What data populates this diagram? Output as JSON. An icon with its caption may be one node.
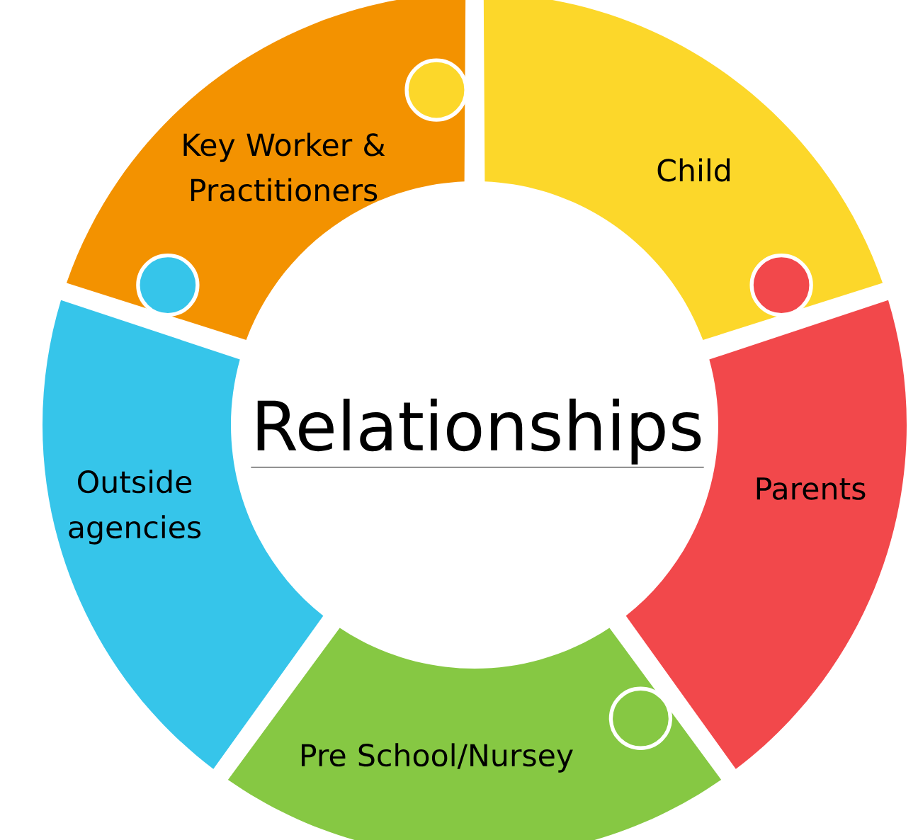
{
  "diagram": {
    "nodes": [
      {
        "text": [
          "Relationships"
        ]
      },
      {
        "text": [
          "Key Worker & Practitioners"
        ]
      },
      {
        "text": [
          "Child"
        ]
      },
      {
        "text": [
          "Parents"
        ]
      },
      {
        "text": [
          "Pre School/Nursey"
        ]
      },
      {
        "text": [
          "Outside agencies"
        ]
      }
    ]
  }
}
